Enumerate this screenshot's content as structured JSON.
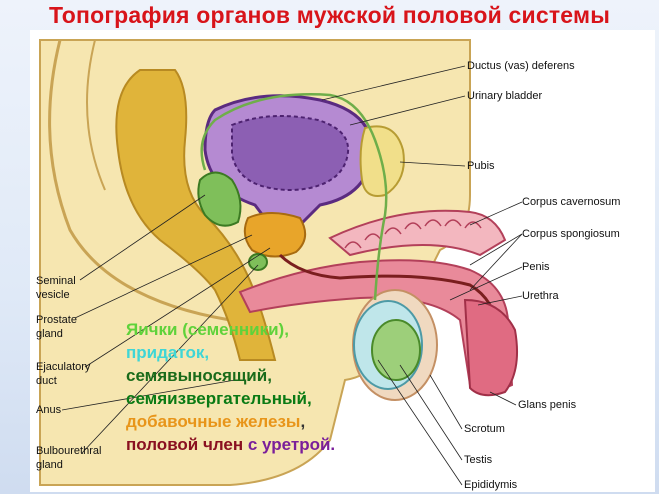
{
  "title": "Топография органов мужской половой системы",
  "labels": {
    "ductus": "Ductus (vas) deferens",
    "bladder": "Urinary bladder",
    "pubis": "Pubis",
    "cavernosum": "Corpus cavernosum",
    "spongiosum": "Corpus spongiosum",
    "penis": "Penis",
    "urethra": "Urethra",
    "glans": "Glans penis",
    "scrotum": "Scrotum",
    "testis": "Testis",
    "epididymis": "Epididymis",
    "seminal_1": "Seminal",
    "seminal_2": "vesicle",
    "prostate_1": "Prostate",
    "prostate_2": "gland",
    "ejac_1": "Ejaculatory",
    "ejac_2": "duct",
    "anus": "Anus",
    "bulbo_1": "Bulbourethral",
    "bulbo_2": "gland"
  },
  "overlay": {
    "line1": "Яички (семенники),",
    "line2": "придаток,",
    "line3": "семявыносящий,",
    "line4": "семяизвергательный,",
    "line5a": "добавочные железы",
    "line5b": ",",
    "line6a": "половой член",
    "line6b": " с уретрой."
  },
  "colors": {
    "title": "#d8141a",
    "line1": "#5fd23a",
    "line2": "#3fd6d6",
    "line3": "#1a6b1a",
    "line4": "#0a7a14",
    "line5a": "#e8951a",
    "line5b": "#333333",
    "line6a": "#8a1020",
    "line6b": "#7a1e9a"
  }
}
